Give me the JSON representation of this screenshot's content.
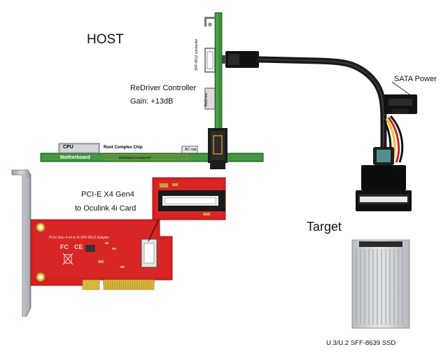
{
  "host": {
    "title": "HOST",
    "redriver_title": "ReDriver Controller",
    "redriver_gain": "Gain: +13dB",
    "sff_connector_label": "SFF-8612 connector",
    "redriver_chip_label": "ReDriver"
  },
  "motherboard": {
    "label": "Motherboard",
    "cpu_label": "CPU",
    "root_complex_label": "Root Complex Chip",
    "ac_cap_label": "AC cap",
    "trace_label": "Baseboard routing<10\""
  },
  "card": {
    "title_line1": "PCI-E X4 Gen4",
    "title_line2": "to Oculink 4i Card",
    "pcb_text": "PCIe Gen 4 x4 to 4i SFF-8612 Adapter"
  },
  "cable": {
    "power_label": "SATA Power"
  },
  "target": {
    "title": "Target",
    "ssd_caption": "U.3/U.2 SFF-8639 SSD"
  },
  "colors": {
    "pcb_red": "#d42020",
    "motherboard_green": "#3b8e3a",
    "redriver_board_green": "#3d8f3a",
    "cable_black": "#1a1a1a",
    "heatsink_silver": "#c9cdd1",
    "gold_contacts": "#d9b63c"
  },
  "icons": [
    "oculink-port-icon",
    "fc-mark-icon",
    "ce-mark-icon",
    "recycle-bin-icon"
  ]
}
